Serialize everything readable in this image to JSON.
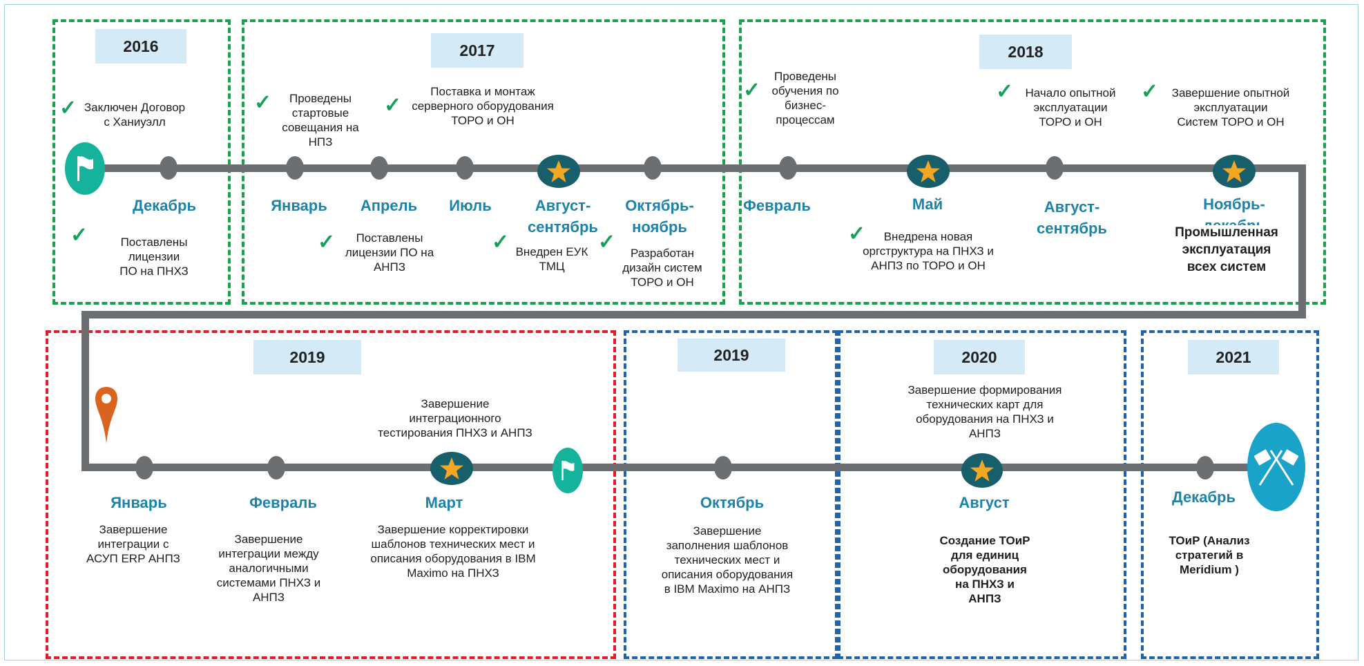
{
  "colors": {
    "line": "#6b6f72",
    "month": "#1d83a8",
    "green_box": "#16a34a",
    "red_box": "#e11d2a",
    "blue_box": "#1f63b0",
    "year_fill": "#d4eaf6",
    "star_badge": "#175f6b",
    "star": "#f5a623",
    "flag_badge": "#16b39c",
    "pin": "#d9641f",
    "check": "#13a059"
  },
  "years": {
    "y2016": "2016",
    "y2017": "2017",
    "y2018": "2018",
    "y2019a": "2019",
    "y2019b": "2019",
    "y2020": "2020",
    "y2021": "2021"
  },
  "months": {
    "dec2016": "Декабрь",
    "jan2017": "Январь",
    "apr2017": "Апрель",
    "jul2017": "Июль",
    "augsep2017": [
      "Август-",
      "сентябрь"
    ],
    "octnov2017": [
      "Октябрь-",
      "ноябрь"
    ],
    "feb2018": "Февраль",
    "may2018": "Май",
    "augsep2018": [
      "Август-",
      "сентябрь"
    ],
    "novdec2018": [
      "Ноябрь-",
      "декабрь"
    ],
    "jan2019": "Январь",
    "feb2019": "Февраль",
    "mar2019": "Март",
    "oct2019": "Октябрь",
    "aug2020": "Август",
    "dec2021": "Декабрь"
  },
  "events": {
    "contract": [
      "Заключен Договор",
      "с Ханиуэлл"
    ],
    "licenses_pnhz": [
      "Поставлены",
      "лицензии",
      "ПО на ПНХЗ"
    ],
    "startup_meetings": [
      "Проведены",
      "стартовые",
      "совещания на",
      "НПЗ"
    ],
    "licenses_anpz": [
      "Поставлены",
      "лицензии ПО на",
      "АНПЗ"
    ],
    "server": [
      "Поставка и  монтаж",
      "серверного оборудования",
      "ТОРО и ОН"
    ],
    "euk": [
      "Внедрен ЕУК",
      "ТМЦ"
    ],
    "design": [
      "Разработан",
      "дизайн систем",
      "ТОРО и ОН"
    ],
    "training": [
      "Проведены",
      "обучения по",
      "бизнес-",
      "процессам"
    ],
    "orgstructure": [
      "Внедрена новая",
      "оргструктура на ПНХЗ и",
      "АНПЗ по ТОРО и ОН"
    ],
    "pilot_start": [
      "Начало опытной",
      "эксплуатации",
      "ТОРО и ОН"
    ],
    "pilot_end": [
      "Завершение опытной",
      "эксплуатации",
      "Систем ТОРО и ОН"
    ],
    "industrial": [
      "Промышленная",
      "эксплуатация",
      "всех систем"
    ],
    "integration_test": [
      "Завершение",
      "интеграционного",
      "тестирования ПНХЗ и АНПЗ"
    ],
    "asup": [
      "Завершение",
      "интеграции с",
      "АСУП ERP АНПЗ"
    ],
    "analog_integration": [
      "Завершение",
      "интеграции между",
      "аналогичными",
      "системами ПНХЗ и",
      "АНПЗ"
    ],
    "templates_pnhz": [
      "Завершение  корректировки",
      "шаблонов технических мест и",
      "описания оборудования в IBM",
      "Maximo на ПНХЗ"
    ],
    "templates_anpz": [
      "Завершение",
      "заполнения  шаблонов",
      "технических мест и",
      "описания оборудования",
      "в IBM Maximo на АНПЗ"
    ],
    "tech_cards": [
      "Завершение формирования",
      "технических карт для",
      "оборудования на ПНХЗ и",
      "АНПЗ"
    ],
    "toir_units": [
      "Создание ТОиР",
      "для единиц",
      "оборудования",
      "на ПНХЗ и",
      "АНПЗ"
    ],
    "toir_meridium": [
      "ТОиР (Анализ",
      "стратегий в",
      "Meridium )"
    ]
  },
  "icons": {
    "check": "✓",
    "milestone_star": "star-icon",
    "start_flag": "flag-icon",
    "location": "location-pin-icon",
    "finish": "checkered-flags-icon"
  }
}
